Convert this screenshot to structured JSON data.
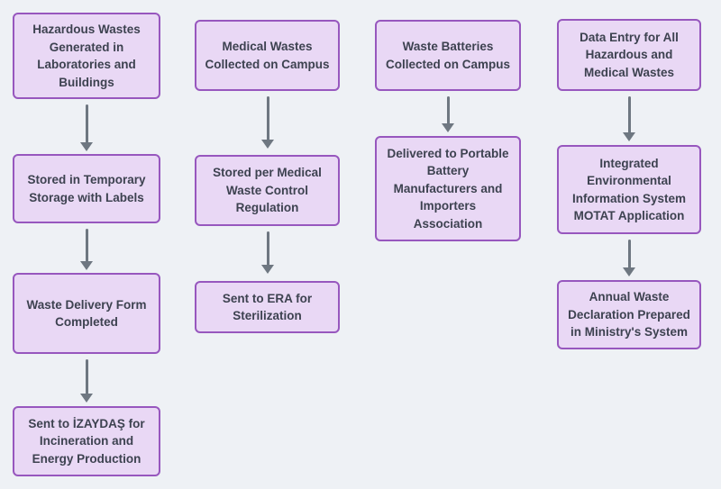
{
  "style": {
    "page_bg": "#eef1f5",
    "box_fill": "#e9d8f5",
    "box_border": "#9757be",
    "text_color": "#3d4250",
    "arrow_color": "#6e7781"
  },
  "flow": {
    "columns": [
      {
        "id": "hazardous-waste",
        "steps": [
          {
            "lines": [
              "Hazardous Wastes",
              "Generated in",
              "Laboratories and",
              "Buildings"
            ]
          },
          {
            "lines": [
              "Stored in Temporary",
              "Storage with Labels"
            ]
          },
          {
            "lines": [
              "Waste Delivery Form",
              "Completed"
            ]
          },
          {
            "lines": [
              "Sent to İZAYDAŞ for",
              "Incineration and",
              "Energy Production"
            ]
          }
        ]
      },
      {
        "id": "medical-waste",
        "steps": [
          {
            "lines": [
              "Medical Wastes",
              "Collected on Campus"
            ]
          },
          {
            "lines": [
              "Stored per Medical",
              "Waste Control",
              "Regulation"
            ]
          },
          {
            "lines": [
              "Sent to ERA for",
              "Sterilization"
            ]
          }
        ]
      },
      {
        "id": "battery-waste",
        "steps": [
          {
            "lines": [
              "Waste Batteries",
              "Collected on Campus"
            ]
          },
          {
            "lines": [
              "Delivered to Portable",
              "Battery",
              "Manufacturers and",
              "Importers",
              "Association"
            ]
          }
        ]
      },
      {
        "id": "waste-data-reporting",
        "steps": [
          {
            "lines": [
              "Data Entry for All",
              "Hazardous and",
              "Medical Wastes"
            ]
          },
          {
            "lines": [
              "Integrated",
              "Environmental",
              "Information System",
              "MOTAT Application"
            ]
          },
          {
            "lines": [
              "Annual Waste",
              "Declaration Prepared",
              "in Ministry's System"
            ]
          }
        ]
      }
    ]
  }
}
